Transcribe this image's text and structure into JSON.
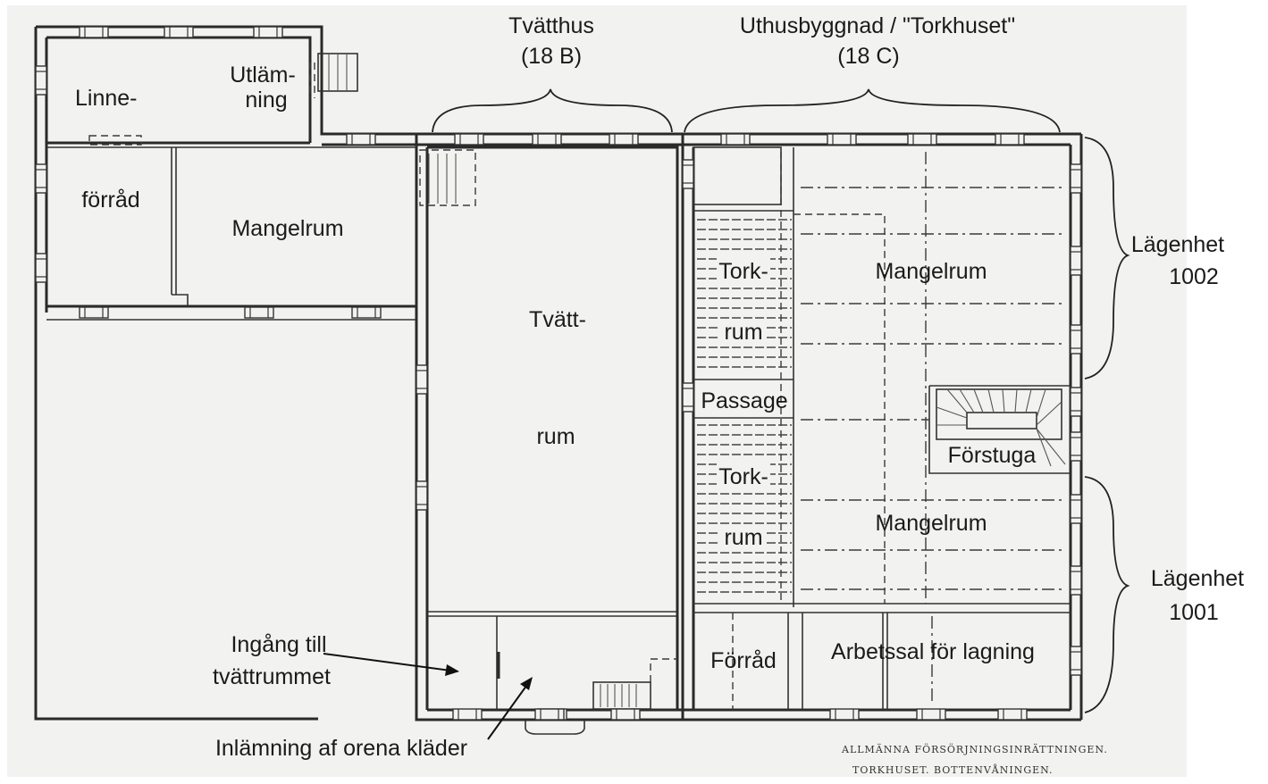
{
  "header": {
    "tvatthus_title": "Tvätthus",
    "tvatthus_sub": "(18 B)",
    "uthus_title": "Uthusbyggnad / \"Torkhuset\"",
    "uthus_sub": "(18 C)"
  },
  "rooms": {
    "linne": "Linne-",
    "utlamning_1": "Utläm-",
    "utlamning_2": "ning",
    "forrad_left": "förråd",
    "mangelrum_left": "Mangelrum",
    "tvatt_1": "Tvätt-",
    "tvatt_2": "rum",
    "tork_top_1": "Tork-",
    "tork_top_2": "rum",
    "passage": "Passage",
    "tork_bottom_1": "Tork-",
    "tork_bottom_2": "rum",
    "mangelrum_top_right": "Mangelrum",
    "forstuga": "Förstuga",
    "mangelrum_bottom_right": "Mangelrum",
    "forrad_right": "Förråd",
    "arbetssal": "Arbetssal för lagning"
  },
  "apartments": {
    "upper_1": "Lägenhet",
    "upper_2": "1002",
    "lower_1": "Lägenhet",
    "lower_2": "1001"
  },
  "annotations": {
    "ingang_1": "Ingång till",
    "ingang_2": "tvättrummet",
    "inlamning": "Inlämning af orena kläder"
  },
  "caption": {
    "line_1": "ALLMÄNNA FÖRSÖRJNINGSINRÄTTNINGEN.",
    "line_2": "TORKHUSET.  BOTTENVÅNINGEN."
  }
}
